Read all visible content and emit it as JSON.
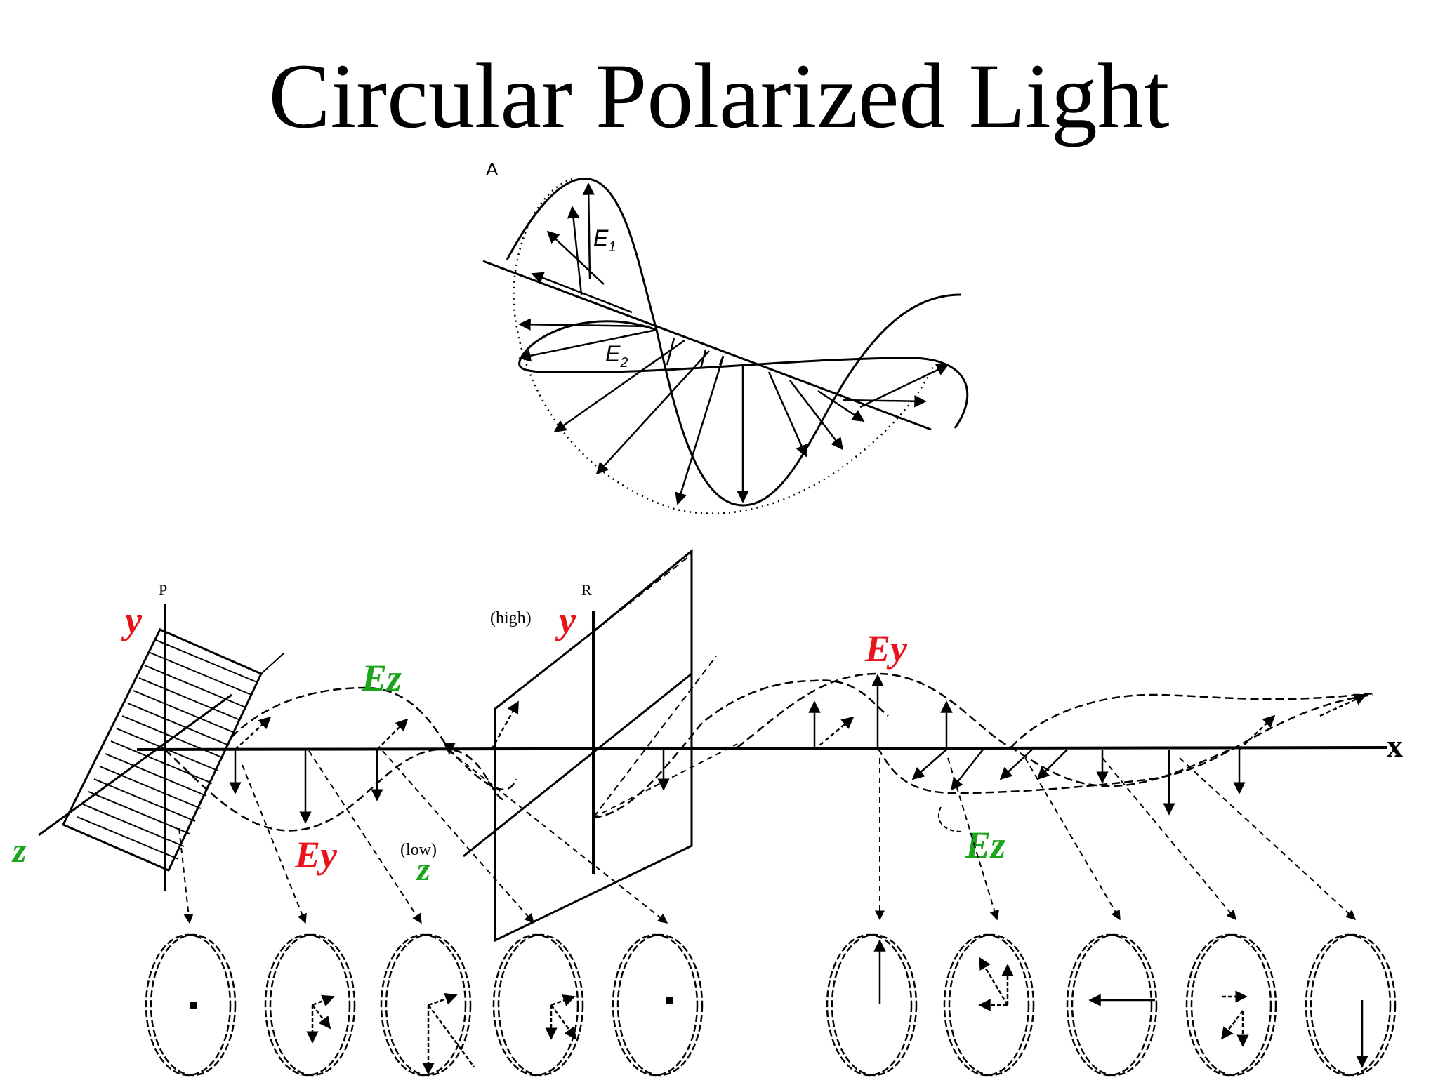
{
  "title": "Circular Polarized Light",
  "panel_a": {
    "panel_label": "A",
    "e1_label": "E",
    "e1_sub": "1",
    "e2_label": "E",
    "e2_sub": "2"
  },
  "panel_b": {
    "axis_x": "x",
    "axis_y_left": "y",
    "axis_z_left": "z",
    "plane_p": "P",
    "plane_r": "R",
    "high_label": "(high)",
    "low_label": "(low)",
    "axis_y_mid": "y",
    "axis_z_mid": "z",
    "ez_left": "Ez",
    "ey_left": "Ey",
    "ey_right": "Ey",
    "ez_right": "Ez"
  },
  "colors": {
    "ey": "#e8141c",
    "ez": "#1aa51a",
    "ink": "#000000"
  }
}
